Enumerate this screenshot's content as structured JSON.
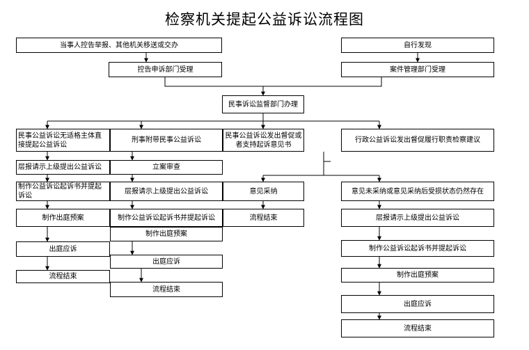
{
  "title": "检察机关提起公益诉讼流程图",
  "nodes": {
    "report": "当事人控告举报、其他机关移送或交办",
    "self_found": "自行发现",
    "complaint_dept": "控告申诉部门受理",
    "case_mgmt_dept": "案件管理部门受理",
    "civil_supervision": "民事诉讼监督部门办理",
    "civil_direct": "民事公益诉讼无适格主体直接提起公益诉讼",
    "criminal_civil": "刑事附带民事公益诉讼",
    "civil_urge": "民事公益诉讼发出督促或者支持起诉意见书",
    "admin_urge": "行政公益诉讼发出督促履行职责检察建议",
    "c1_report": "层报请示上级提出公益诉讼",
    "c1_indict": "制作公益诉讼起诉书并提起诉讼",
    "c1_plan": "制作出庭预案",
    "c1_court": "出庭应诉",
    "c1_end": "流程结束",
    "c2_filing": "立案审查",
    "c2_report": "层报请示上级提出公益诉讼",
    "c2_indict": "制作公益诉讼起诉书并提起诉讼",
    "c2_plan": "制作出庭预案",
    "c2_court": "出庭应诉",
    "c2_end": "流程结束",
    "c3_adopt": "意见采纳",
    "c3_end": "流程结束",
    "c4_not_adopt": "意见未采纳或意见采纳后受损状态仍然存在",
    "c4_report": "层报请示上级提出公益诉讼",
    "c4_indict": "制作公益诉讼起诉书并提起诉讼",
    "c4_plan": "制作出庭预案",
    "c4_court": "出庭应诉",
    "c4_end": "流程结束"
  }
}
